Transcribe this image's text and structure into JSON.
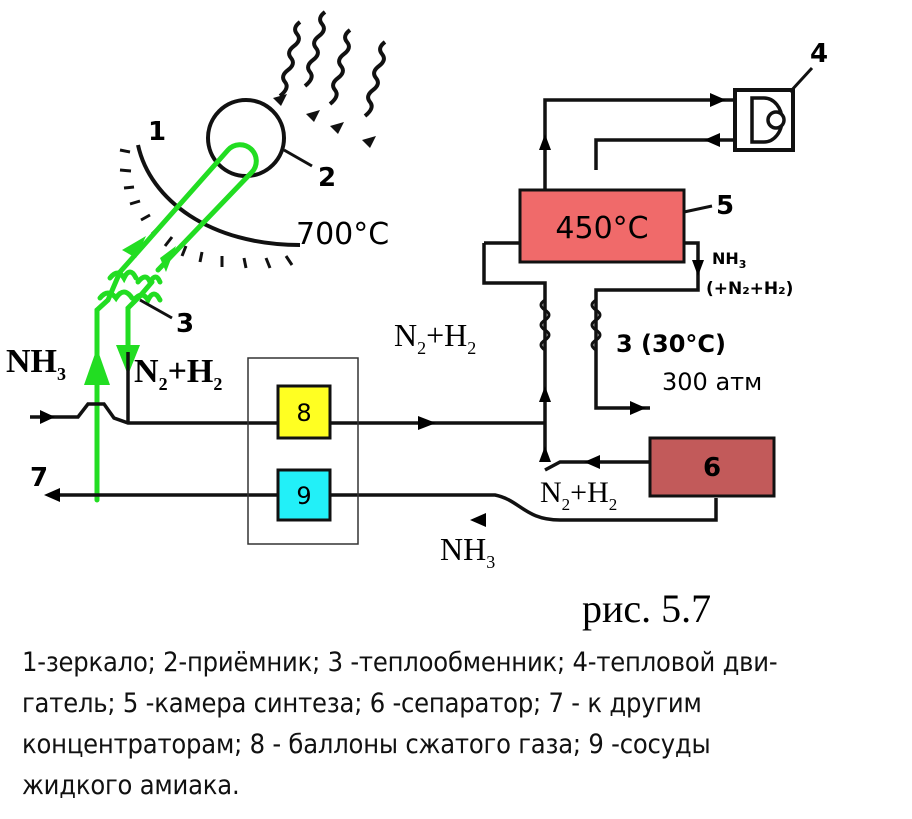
{
  "labels": {
    "n1": "1",
    "n2": "2",
    "n3": "3",
    "n4": "4",
    "n5": "5",
    "n7": "7",
    "temp_receiver": "700°C",
    "box5": "450°C",
    "box6": "6",
    "box8": "8",
    "box9": "9",
    "nh3_left": "NH",
    "nh3_left_sub": "3",
    "n2h2_left_a": "N",
    "n2h2_left_sub1": "2",
    "n2h2_left_b": "+H",
    "n2h2_left_sub2": "2",
    "n2h2_mid_a": "N",
    "n2h2_mid_sub1": "2",
    "n2h2_mid_b": "+H",
    "n2h2_mid_sub2": "2",
    "n2h2_bot_a": "N",
    "n2h2_bot_sub1": "2",
    "n2h2_bot_b": "+H",
    "n2h2_bot_sub2": "2",
    "nh3_small": "NH",
    "nh3_small_sub": "3",
    "nh3_small_extra": "(+N₂+H₂)",
    "hx3_label": "3 (30°C)",
    "pressure": "300 атм",
    "nh3_bottom": "NH",
    "nh3_bottom_sub": "3"
  },
  "colors": {
    "flow_green": "#22dd22",
    "box5_fill": "#f06a6a",
    "box6_fill": "#c25a5a",
    "box8_fill": "#ffff22",
    "box9_fill": "#22f0f8"
  },
  "caption": "рис. 5.7",
  "legend": [
    "1-зеркало; 2-приёмник; 3 -теплообменник; 4-тепловой дви-",
    "гатель; 5 -камера синтеза; 6 -сепаратор; 7 - к другим",
    "концентраторам; 8 - баллоны сжатого газа; 9 -сосуды",
    "жидкого амиака."
  ]
}
